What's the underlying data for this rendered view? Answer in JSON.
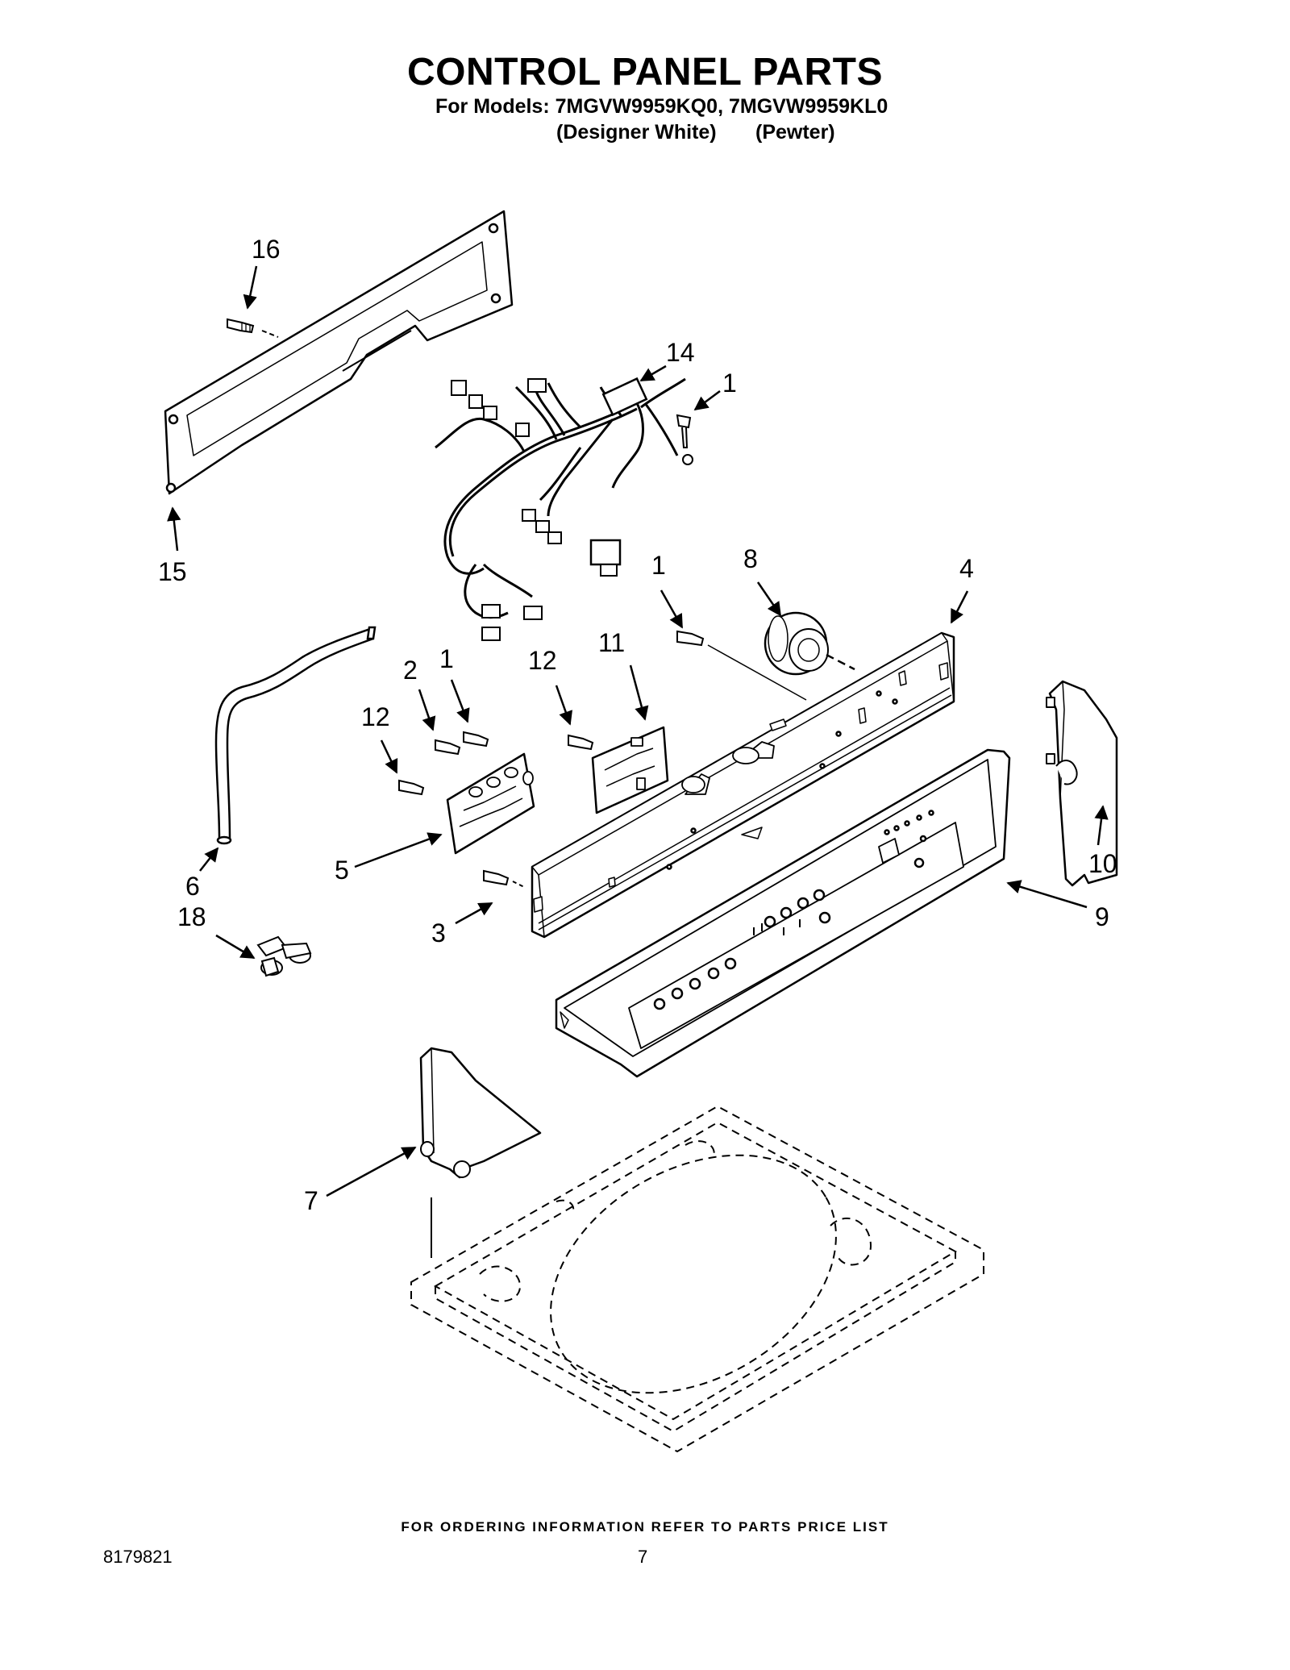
{
  "header": {
    "title": "CONTROL PANEL PARTS",
    "models_line": "For Models: 7MGVW9959KQ0, 7MGVW9959KL0",
    "color_1": "(Designer White)",
    "color_2": "(Pewter)"
  },
  "callouts": {
    "c16": "16",
    "c14": "14",
    "c1a": "1",
    "c15": "15",
    "c1b": "1",
    "c8": "8",
    "c4": "4",
    "c2": "2",
    "c1c": "1",
    "c12a": "12",
    "c11": "11",
    "c12b": "12",
    "c6": "6",
    "c5": "5",
    "c10": "10",
    "c3": "3",
    "c9": "9",
    "c18": "18",
    "c7": "7"
  },
  "footer": {
    "ordering_note": "FOR ORDERING INFORMATION REFER TO PARTS PRICE LIST",
    "document_number": "8179821",
    "page_number": "7"
  }
}
